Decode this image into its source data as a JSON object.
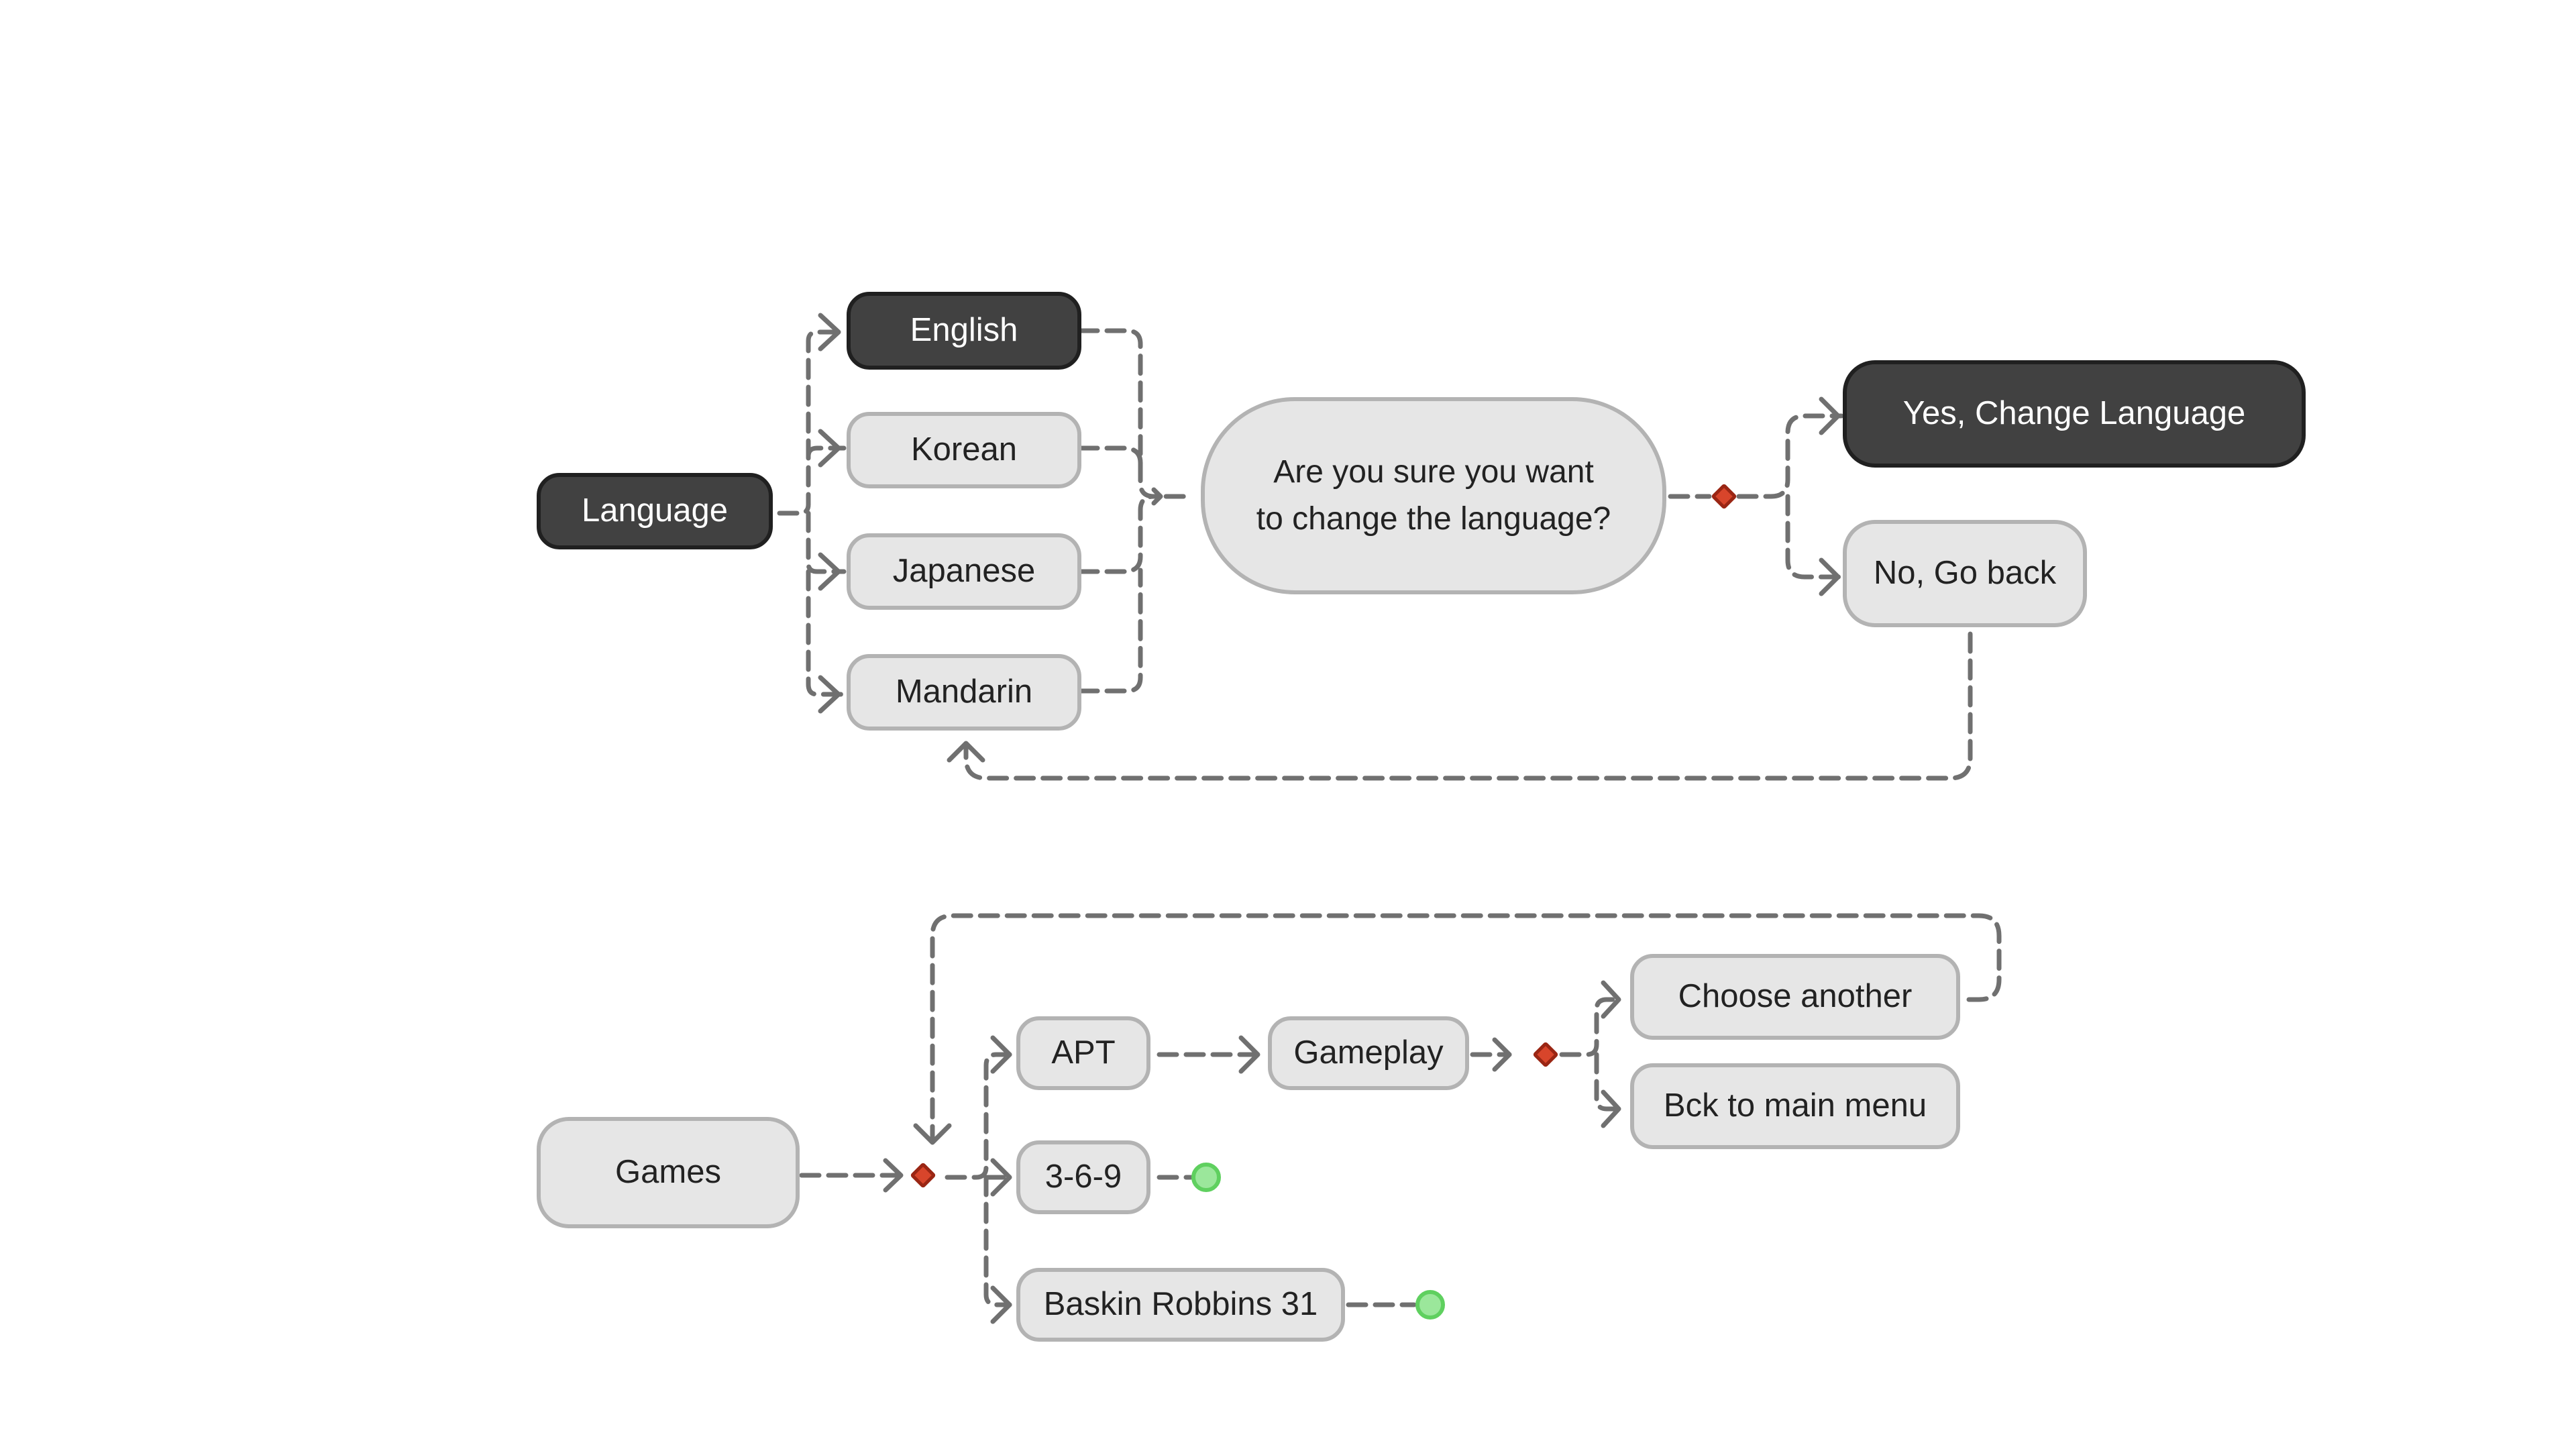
{
  "diagram": {
    "language_flow": {
      "root": "Language",
      "options": [
        "English",
        "Korean",
        "Japanese",
        "Mandarin"
      ],
      "confirm_prompt": [
        "Are you sure you want",
        "to change the language?"
      ],
      "yes_label": "Yes, Change Language",
      "no_label": "No, Go back"
    },
    "games_flow": {
      "root": "Games",
      "games": [
        "APT",
        "3-6-9",
        "Baskin Robbins 31"
      ],
      "gameplay": "Gameplay",
      "choose_another": "Choose another",
      "back_to_menu": "Bck to main menu"
    },
    "colors": {
      "node_fill": "#e6e6e6",
      "node_border": "#b3b3b3",
      "dark_fill": "#414141",
      "connector": "#707070",
      "decision": "#d8452b",
      "terminal": "#9be79b"
    }
  }
}
